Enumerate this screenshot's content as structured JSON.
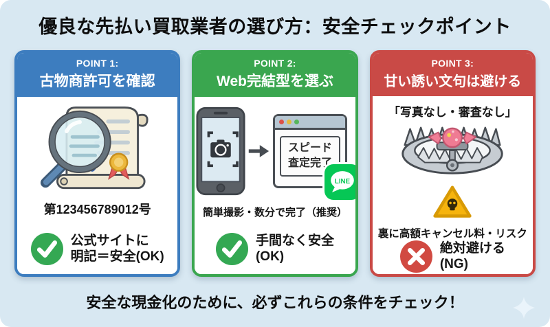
{
  "colors": {
    "background": "#d8e8f2",
    "card1_accent": "#3d7dbf",
    "card2_accent": "#3aa64f",
    "card3_accent": "#c94a46",
    "check_green": "#34a853",
    "cross_red": "#d14a42",
    "line_green": "#06c755",
    "warning_yellow": "#f6b40e"
  },
  "page": {
    "title": "優良な先払い買取業者の選び方：安全チェックポイント",
    "footer_note": "安全な現金化のために、必ずこれらの条件をチェック！"
  },
  "cards": [
    {
      "point_label": "POINT 1:",
      "heading": "古物商許可を確認",
      "illustration": "certificate-with-magnifier",
      "license_number": "第123456789012号",
      "verdict_icon": "check-icon",
      "verdict_line1": "公式サイトに",
      "verdict_line2": "明記＝安全(OK)"
    },
    {
      "point_label": "POINT 2:",
      "heading": "Web完結型を選ぶ",
      "illustration": "phone-photo-to-speed-result",
      "browser_text_line1": "スピード",
      "browser_text_line2": "査定完了",
      "line_badge_label": "LINE",
      "caption": "簡単撮影・数分で完了（推奨）",
      "verdict_icon": "check-icon",
      "verdict_line1": "手間なく安全",
      "verdict_line2": "(OK)"
    },
    {
      "point_label": "POINT 3:",
      "heading": "甘い誘い文句は避ける",
      "quote": "「写真なし・審査なし」",
      "illustration": "bear-trap-with-candy",
      "warning_icon": "skull-warning-triangle",
      "caption": "裏に高額キャンセル料・リスク",
      "verdict_icon": "cross-icon",
      "verdict_line1": "絶対避ける",
      "verdict_line2": "(NG)"
    }
  ]
}
